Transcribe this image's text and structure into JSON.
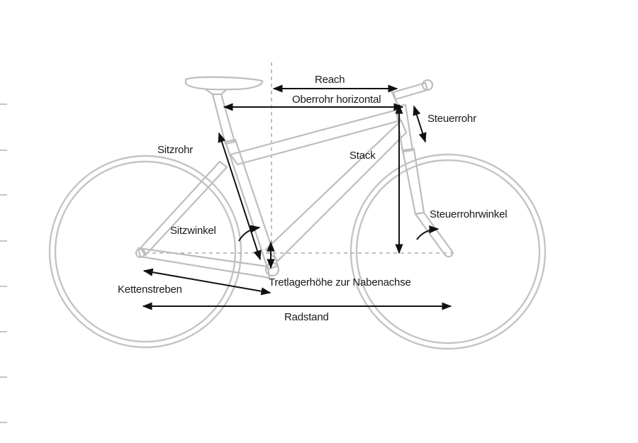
{
  "labels": {
    "reach": "Reach",
    "oberrohr": "Oberrohr horizontal",
    "steuerrohr": "Steuerrohr",
    "sitzrohr": "Sitzrohr",
    "stack": "Stack",
    "steuerrohrwinkel": "Steuerrohrwinkel",
    "sitzwinkel": "Sitzwinkel",
    "tretlager": "Tretlagerhöhe zur Nabenachse",
    "kettenstreben": "Kettenstreben",
    "radstand": "Radstand"
  },
  "colors": {
    "frame": "#bdbdbd",
    "dimension": "#111111",
    "guide": "#9a9a9a",
    "background": "#ffffff"
  }
}
